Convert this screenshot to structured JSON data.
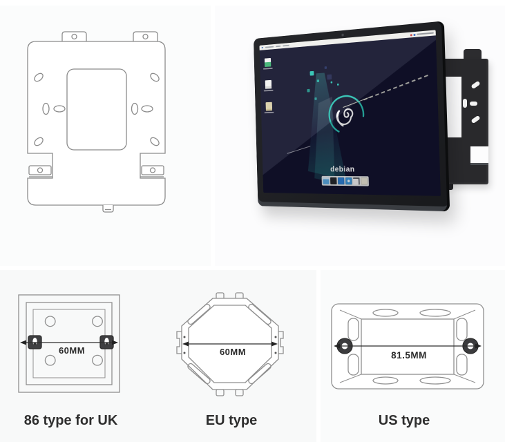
{
  "page": {
    "background": "#ffffff"
  },
  "top": {
    "plate": {
      "name": "wall mount plate technical drawing"
    },
    "device": {
      "logo_text": "debian",
      "colors": {
        "desktop_bg": "#12132c",
        "accent_teal": "#2cc1b2",
        "bezel": "#1d1e21",
        "bracket": "#29292c",
        "menubar_bg": "#efefec"
      },
      "desktop_icons": [
        {
          "name": "installer-icon"
        },
        {
          "name": "document-icon"
        },
        {
          "name": "readme-icon"
        }
      ],
      "taskbar_icons": [
        {
          "name": "window-icon",
          "color": "#5aa7dd"
        },
        {
          "name": "files-icon",
          "color": "#26282c"
        },
        {
          "name": "software-icon",
          "color": "#2e7fd0"
        },
        {
          "name": "browser-icon",
          "color": "#3b96d8"
        },
        {
          "name": "screenshot-icon",
          "color": "#efefef"
        },
        {
          "name": "notes-icon",
          "color": "#e8e4d2"
        }
      ]
    }
  },
  "bottom": {
    "items": [
      {
        "dimension": "60MM",
        "label": "86 type for UK"
      },
      {
        "dimension": "60MM",
        "label": "EU type"
      },
      {
        "dimension": "81.5MM",
        "label": "US type"
      }
    ]
  }
}
